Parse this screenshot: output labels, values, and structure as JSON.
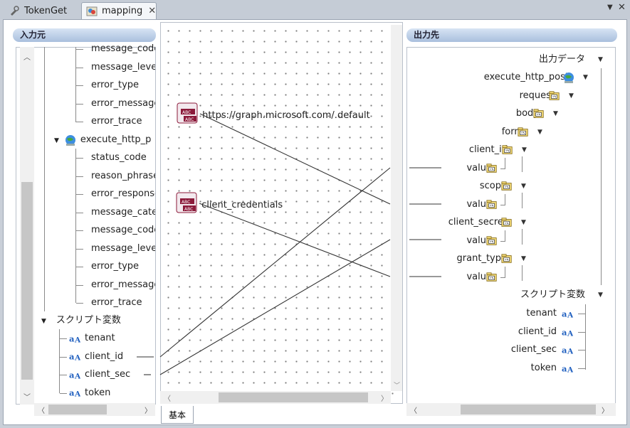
{
  "tabs": [
    {
      "label": "TokenGet",
      "active": false
    },
    {
      "label": "mapping",
      "active": true
    }
  ],
  "left_panel": {
    "title": "入力元",
    "nodes": [
      {
        "label": "message_code",
        "indent": 1
      },
      {
        "label": "message_level",
        "indent": 1
      },
      {
        "label": "error_type",
        "indent": 1
      },
      {
        "label": "error_message",
        "indent": 1
      },
      {
        "label": "error_trace",
        "indent": 1
      },
      {
        "label": "execute_http_p",
        "indent": 0,
        "icon": "globe-icon",
        "expanded": true
      },
      {
        "label": "status_code",
        "indent": 1
      },
      {
        "label": "reason_phrase",
        "indent": 1
      },
      {
        "label": "error_response",
        "indent": 1
      },
      {
        "label": "message_cate",
        "indent": 1
      },
      {
        "label": "message_code",
        "indent": 1
      },
      {
        "label": "message_level",
        "indent": 1
      },
      {
        "label": "error_type",
        "indent": 1
      },
      {
        "label": "error_message",
        "indent": 1
      },
      {
        "label": "error_trace",
        "indent": 1
      }
    ],
    "script_vars": {
      "label": "スクリプト変数",
      "items": [
        "tenant",
        "client_id",
        "client_sec",
        "token"
      ]
    }
  },
  "canvas": {
    "constants": [
      {
        "text": "https://graph.microsoft.com/.default"
      },
      {
        "text": "client_credentials"
      }
    ],
    "bottom_tab": "基本"
  },
  "right_panel": {
    "title": "出力先",
    "root": "出力データ",
    "nodes": [
      {
        "label": "execute_http_post",
        "icon": "globe-icon"
      },
      {
        "label": "request",
        "icon": "folder-icon"
      },
      {
        "label": "body",
        "icon": "folder-icon"
      },
      {
        "label": "form",
        "icon": "folder-icon"
      },
      {
        "label": "client_id",
        "icon": "folder-icon"
      },
      {
        "label": "value",
        "icon": "folder-icon"
      },
      {
        "label": "scope",
        "icon": "folder-icon"
      },
      {
        "label": "value",
        "icon": "folder-icon"
      },
      {
        "label": "client_secret",
        "icon": "folder-icon"
      },
      {
        "label": "value",
        "icon": "folder-icon"
      },
      {
        "label": "grant_type",
        "icon": "folder-icon"
      },
      {
        "label": "value",
        "icon": "folder-icon"
      }
    ],
    "script_vars": {
      "label": "スクリプト変数",
      "items": [
        "tenant",
        "client_id",
        "client_sec",
        "token"
      ]
    }
  },
  "colors": {
    "panel_header": "#a9bfdd",
    "mapping_line": "#333333",
    "constant_icon": "#8b1a3a"
  }
}
